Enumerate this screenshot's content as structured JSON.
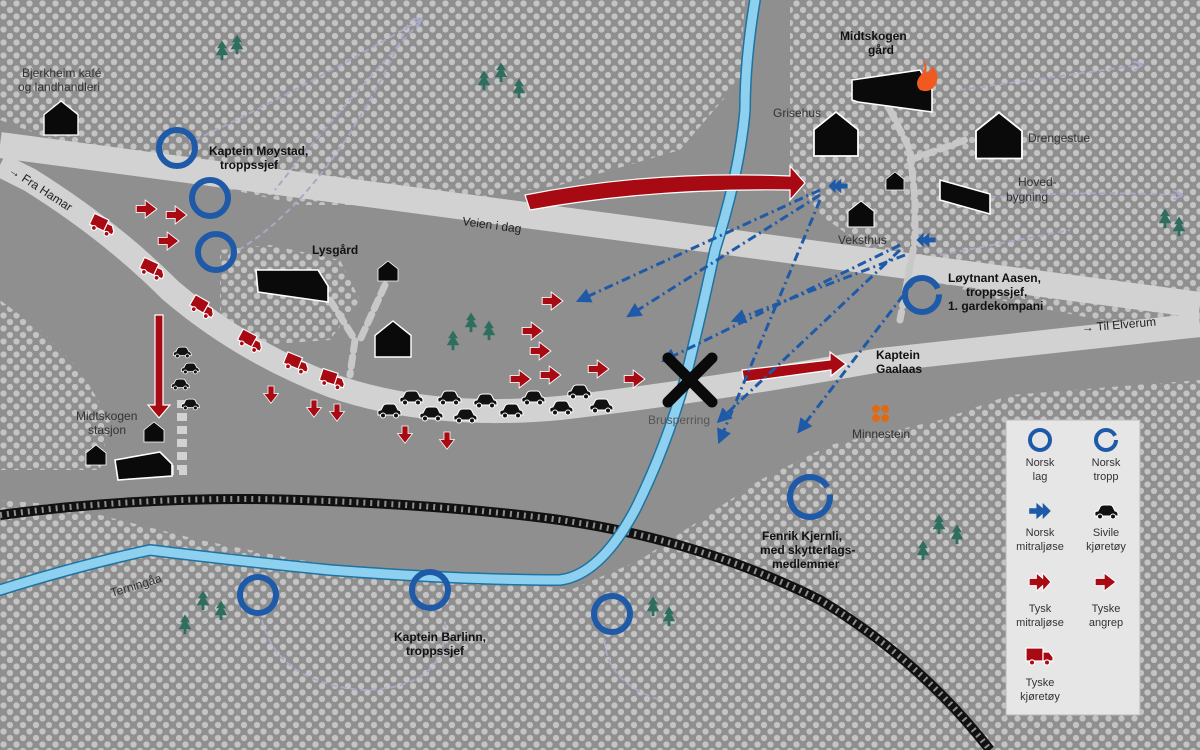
{
  "colors": {
    "background": "#8f8f8f",
    "dots": "#c4c4c4",
    "road": "#d2d2d2",
    "river": "#8ed0f0",
    "norwegian": "#1e5aa8",
    "german": "#a80a14",
    "civil": "#111111",
    "path": "#a8a8c8",
    "fire": "#f05a20"
  },
  "places": {
    "bjerkheim_line1": "Bjerkheim kafé",
    "bjerkheim_line2": "og landhandleri",
    "midtskogen_gard_line1": "Midtskogen",
    "midtskogen_gard_line2": "gård",
    "grisehus": "Grisehus",
    "drengestue": "Drengestue",
    "hovedbygning_line1": "Hoved-",
    "hovedbygning_line2": "bygning",
    "vekstus": "Veksthus",
    "lysgard": "Lysgård",
    "stasjon_line1": "Midtskogen",
    "stasjon_line2": "stasjon",
    "brusperring": "Brusperring",
    "minnestein": "Minnestein",
    "terningaa": "Terningåa"
  },
  "roads": {
    "fra_hamar": "→ Fra Hamar",
    "veien_i_dag": "Veien i dag",
    "til_elverum": "→ Til Elverum"
  },
  "units": {
    "moystad_line1": "Kaptein Møystad,",
    "moystad_line2": "troppssjef",
    "aasen_line1": "Løytnant Aasen,",
    "aasen_line2": "troppssjef,",
    "aasen_line3": "1. gardekompani",
    "gaalaas_line1": "Kaptein",
    "gaalaas_line2": "Gaalaas",
    "kjernli_line1": "Fenrik Kjernli,",
    "kjernli_line2": "med skytterlags-",
    "kjernli_line3": "medlemmer",
    "barlinn_line1": "Kaptein Barlinn,",
    "barlinn_line2": "troppssjef"
  },
  "legend": {
    "norsk_lag_1": "Norsk",
    "norsk_lag_2": "lag",
    "norsk_tropp_1": "Norsk",
    "norsk_tropp_2": "tropp",
    "norsk_mitr_1": "Norsk",
    "norsk_mitr_2": "mitraljøse",
    "sivile_1": "Sivile",
    "sivile_2": "kjøretøy",
    "tysk_mitr_1": "Tysk",
    "tysk_mitr_2": "mitraljøse",
    "tyske_angrep_1": "Tyske",
    "tyske_angrep_2": "angrep",
    "tyske_kjoretoy_1": "Tyske",
    "tyske_kjoretoy_2": "kjøretøy"
  },
  "icons": {
    "tree": "tree-icon",
    "house": "house-icon",
    "fire": "fire-icon",
    "car": "car-icon",
    "truck": "truck-icon",
    "cross": "cross-icon",
    "memorial": "memorial-icon"
  }
}
